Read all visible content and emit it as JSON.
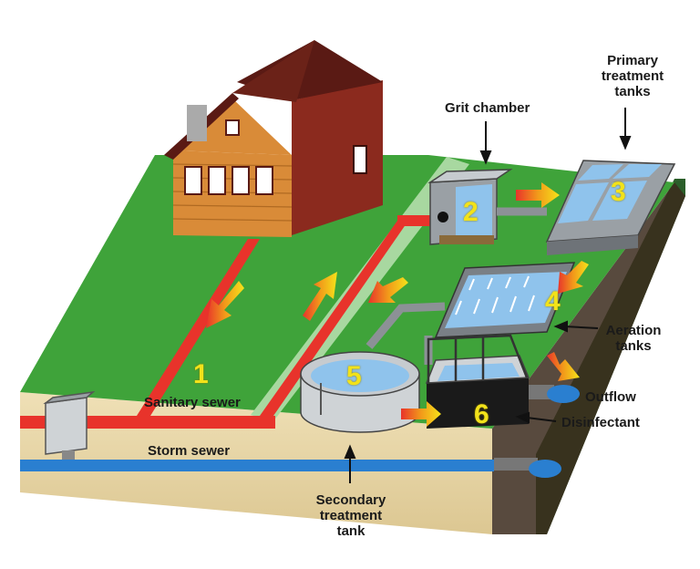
{
  "labels": {
    "grit_chamber": "Grit chamber",
    "primary_line1": "Primary",
    "primary_line2": "treatment",
    "primary_line3": "tanks",
    "aeration_line1": "Aeration",
    "aeration_line2": "tanks",
    "outflow": "Outflow",
    "disinfectant": "Disinfectant",
    "sanitary_sewer": "Sanitary sewer",
    "storm_sewer": "Storm sewer",
    "secondary_line1": "Secondary",
    "secondary_line2": "treatment",
    "secondary_line3": "tank"
  },
  "steps": [
    "1",
    "2",
    "3",
    "4",
    "5",
    "6"
  ],
  "colors": {
    "grass": "#3fa33a",
    "soil": "#e8d6a8",
    "sanitary_pipe": "#e8332b",
    "storm_pipe": "#2a7fd0",
    "house_front": "#d98b38",
    "house_side": "#8b2a1e",
    "roof": "#5a1a14",
    "water": "#8fc3ec",
    "step_number": "#f2e21a"
  }
}
